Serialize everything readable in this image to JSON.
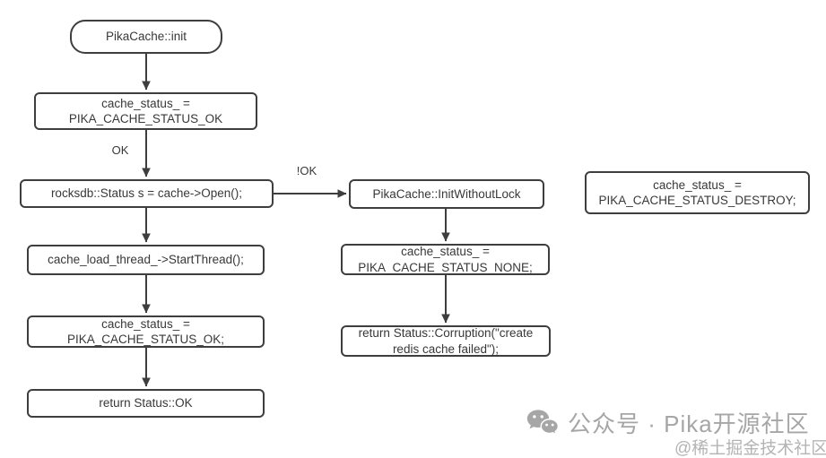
{
  "colors": {
    "node_border": "#3e3e3e",
    "node_text": "#383838",
    "edge": "#3e3e3e",
    "watermark": "#a6a6a6",
    "watermark_secondary": "#b4b4b4",
    "background": "#ffffff"
  },
  "diagram": {
    "nodes": {
      "init": {
        "label": "PikaCache::init"
      },
      "set_status_ok": {
        "label": "cache_status_ =\nPIKA_CACHE_STATUS_OK"
      },
      "open": {
        "label": "rocksdb::Status s = cache->Open();"
      },
      "start_thread": {
        "label": "cache_load_thread_->StartThread();"
      },
      "set_status_ok_final": {
        "label": "cache_status_ =\nPIKA_CACHE_STATUS_OK;"
      },
      "return_ok": {
        "label": "return Status::OK"
      },
      "init_without_lock": {
        "label": "PikaCache::InitWithoutLock"
      },
      "set_status_none": {
        "label": "cache_status_ =\nPIKA_CACHE_STATUS_NONE;"
      },
      "return_corruption": {
        "label": "return Status::Corruption(\"create\nredis cache failed\");"
      },
      "set_status_destroy": {
        "label": "cache_status_ =\nPIKA_CACHE_STATUS_DESTROY;"
      }
    },
    "edge_labels": {
      "ok": "OK",
      "not_ok": "!OK"
    }
  },
  "watermark": {
    "channel": "公众号 · Pika开源社区",
    "community": "@稀土掘金技术社区"
  }
}
